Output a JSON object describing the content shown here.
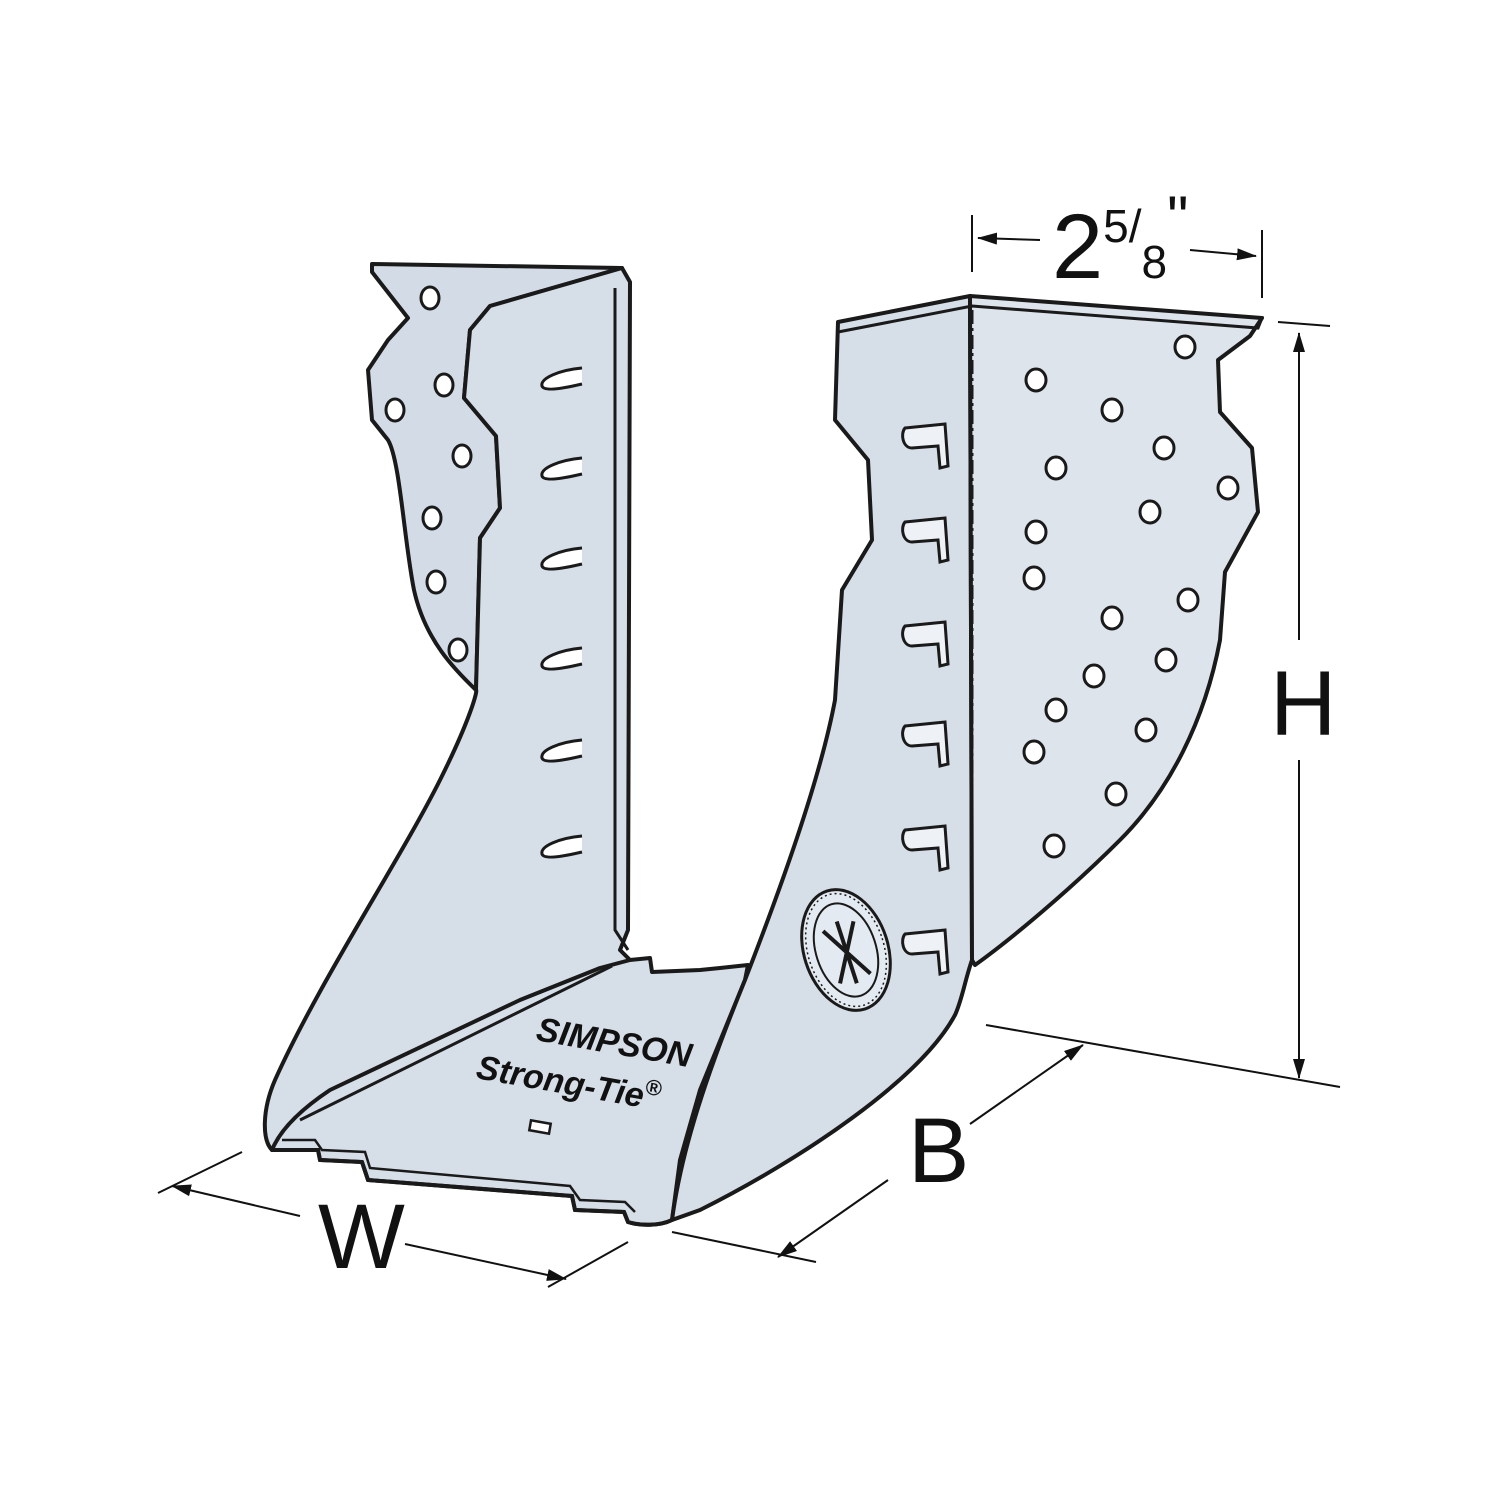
{
  "diagram": {
    "dimensions": {
      "top_width": {
        "whole": "2",
        "numerator": "5",
        "denominator": "8",
        "inch_mark": "\""
      },
      "height": "H",
      "bearing": "B",
      "width": "W"
    },
    "brand": {
      "line1": "SIMPSON",
      "line2": "Strong-Tie",
      "registered": "®"
    },
    "colors": {
      "metal_face": "#d6dee8",
      "metal_side": "#c9d3df",
      "metal_dark": "#b7c3d1",
      "outline": "#1a1a1a",
      "dimension_line": "#111111"
    }
  }
}
